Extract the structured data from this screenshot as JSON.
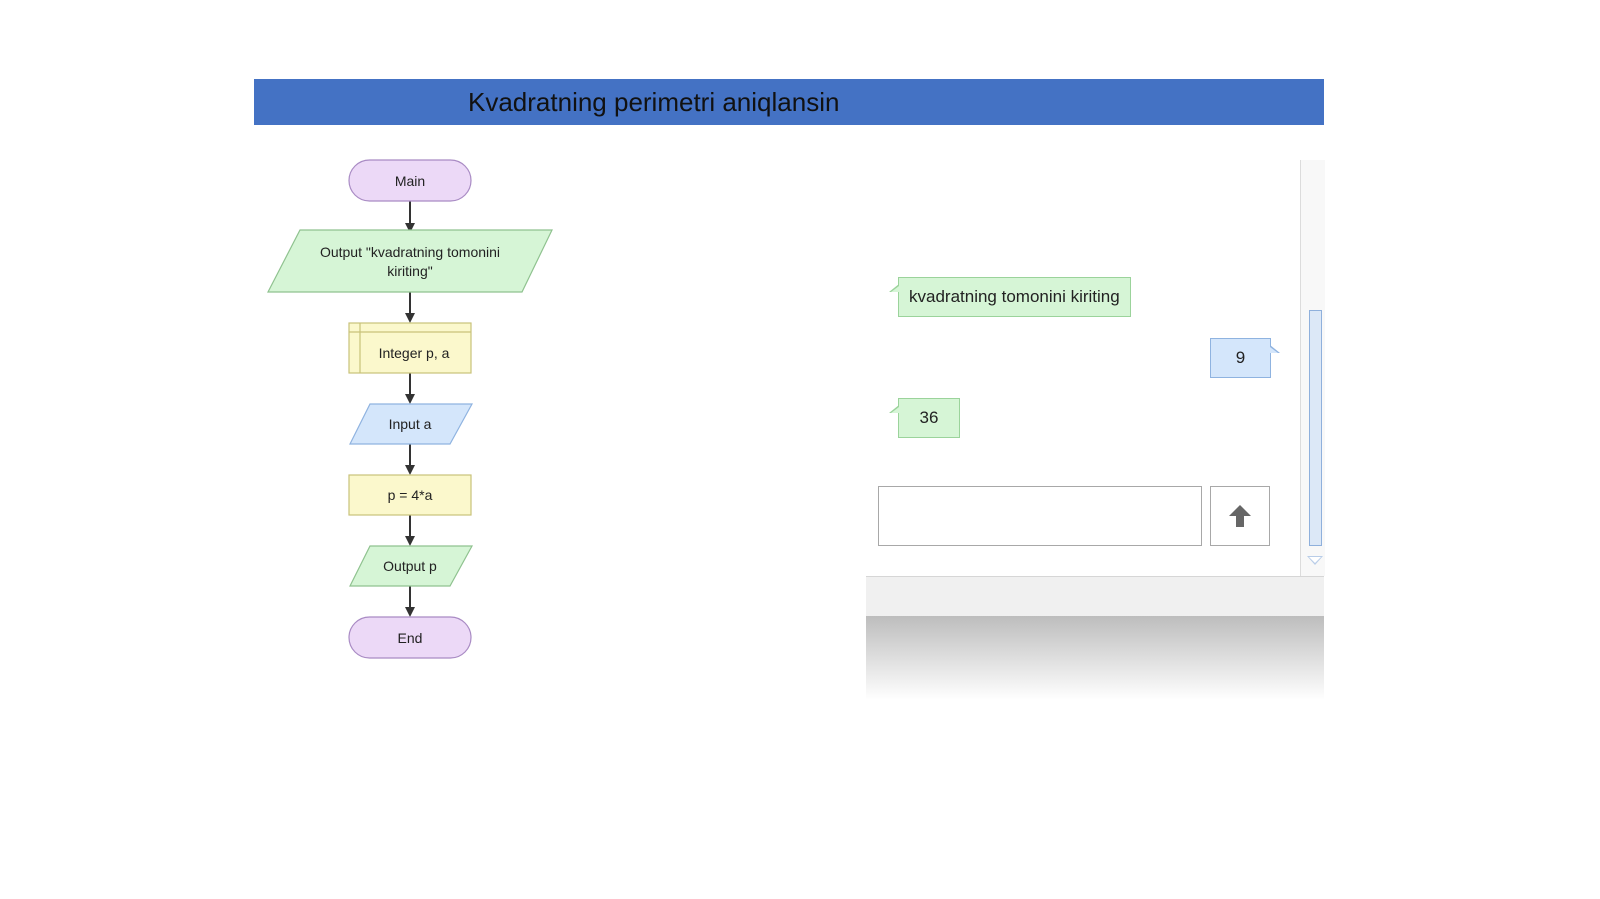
{
  "header": {
    "title": "Kvadratning perimetri aniqlansin"
  },
  "flowchart": {
    "main_label": "Main",
    "output_prompt_line1": "Output \"kvadratning tomonini",
    "output_prompt_line2": "kiriting\"",
    "declare_label": "Integer p, a",
    "input_label": "Input a",
    "assign_label": "p = 4*a",
    "output_result_label": "Output p",
    "end_label": "End"
  },
  "console": {
    "messages": [
      {
        "kind": "output",
        "text": "kvadratning tomonini kiriting"
      },
      {
        "kind": "input",
        "text": "9"
      },
      {
        "kind": "output",
        "text": "36"
      }
    ],
    "input_value": "",
    "send_icon": "arrow-up-icon"
  },
  "colors": {
    "header_bg": "#4472c4",
    "terminal_fill": "#ecd9f7",
    "io_fill": "#d6f5d6",
    "input_fill": "#d4e6fb",
    "process_fill": "#fbf8cc"
  }
}
